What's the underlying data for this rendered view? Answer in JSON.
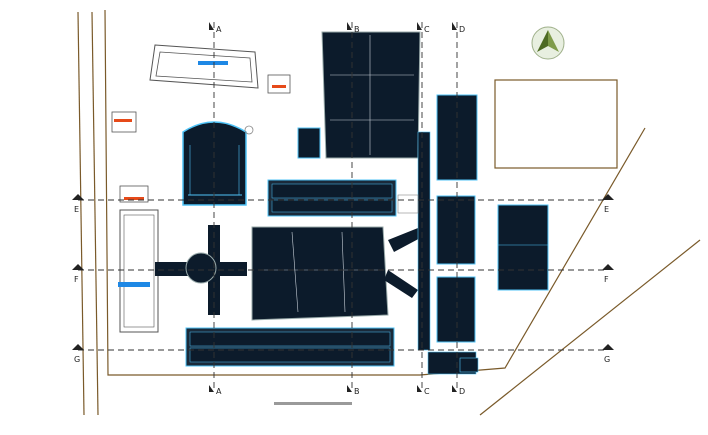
{
  "gridlines": {
    "vertical": [
      "A",
      "B",
      "C",
      "D"
    ],
    "horizontal": [
      "E",
      "F",
      "G"
    ]
  },
  "colors": {
    "building": "#0c1b2b",
    "cyan": "#4fc3f7",
    "boundary": "#7a5a2a",
    "accent_blue": "#1e88e5",
    "accent_red": "#e64a19",
    "north_green": "#5a7a2a"
  },
  "icons": {
    "north_arrow": "north-arrow-icon"
  }
}
